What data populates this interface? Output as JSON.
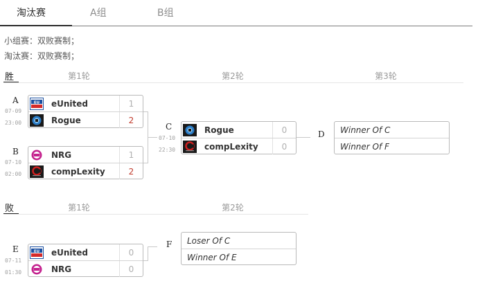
{
  "tabs": [
    {
      "label": "淘汰赛",
      "active": true
    },
    {
      "label": "A组",
      "active": false
    },
    {
      "label": "B组",
      "active": false
    }
  ],
  "info": {
    "group_format": "小组赛：双败赛制；",
    "knockout_format": "淘汰赛：双败赛制；"
  },
  "winners_bracket": {
    "label": "胜",
    "rounds": [
      "第1轮",
      "第2轮",
      "第3轮"
    ],
    "matches": {
      "A": {
        "letter": "A",
        "date": "07-09",
        "time": "23:00",
        "teams": [
          {
            "name": "eUnited",
            "score": "1",
            "winner": false,
            "logo": "eunited-logo-icon"
          },
          {
            "name": "Rogue",
            "score": "2",
            "winner": true,
            "logo": "rogue-logo-icon"
          }
        ]
      },
      "B": {
        "letter": "B",
        "date": "07-10",
        "time": "02:00",
        "teams": [
          {
            "name": "NRG",
            "score": "1",
            "winner": false,
            "logo": "nrg-logo-icon"
          },
          {
            "name": "compLexity",
            "score": "2",
            "winner": true,
            "logo": "complexity-logo-icon"
          }
        ]
      },
      "C": {
        "letter": "C",
        "date": "07-10",
        "time": "22:30",
        "teams": [
          {
            "name": "Rogue",
            "score": "0",
            "winner": false,
            "logo": "rogue-logo-icon"
          },
          {
            "name": "compLexity",
            "score": "0",
            "winner": false,
            "logo": "complexity-logo-icon"
          }
        ]
      },
      "D": {
        "letter": "D",
        "slots": [
          "Winner Of C",
          "Winner Of F"
        ]
      }
    }
  },
  "losers_bracket": {
    "label": "败",
    "rounds": [
      "第1轮",
      "第2轮"
    ],
    "matches": {
      "E": {
        "letter": "E",
        "date": "07-11",
        "time": "01:30",
        "teams": [
          {
            "name": "eUnited",
            "score": "0",
            "winner": false,
            "logo": "eunited-logo-icon"
          },
          {
            "name": "NRG",
            "score": "0",
            "winner": false,
            "logo": "nrg-logo-icon"
          }
        ]
      },
      "F": {
        "letter": "F",
        "slots": [
          "Loser Of C",
          "Winner Of E"
        ]
      }
    }
  },
  "colors": {
    "win_score": "#c0392b",
    "score": "#b0b0b0",
    "border": "#b9b9b9",
    "eunited": "#1b4fa0",
    "rogue": "#2a7cc7",
    "nrg": "#c4218e",
    "complexity": "#cc1f1f"
  }
}
